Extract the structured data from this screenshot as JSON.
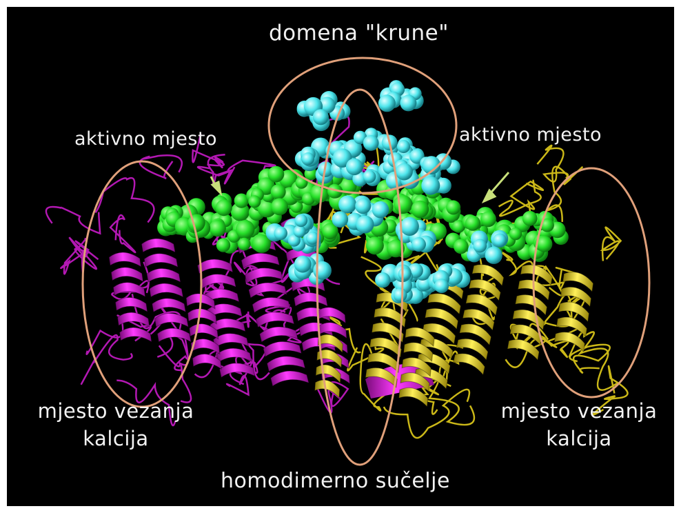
{
  "labels": {
    "crown_domain": "domena \"krune\"",
    "active_site_left": "aktivno mjesto",
    "active_site_right": "aktivno mjesto",
    "calcium_site_left_line1": "mjesto vezanja",
    "calcium_site_left_line2": "kalcija",
    "calcium_site_right_line1": "mjesto vezanja",
    "calcium_site_right_line2": "kalcija",
    "interface": "homodimerno sučelje"
  },
  "colors": {
    "background": "#000000",
    "chain_a": "#d21bd2",
    "chain_b": "#e8d21c",
    "ligand_green": "#27e12a",
    "ligand_cyan": "#4ee6ec",
    "annotation_ellipse": "#e0a07a",
    "arrow": "#c8e07a",
    "label_text": "#f2f2f2"
  }
}
